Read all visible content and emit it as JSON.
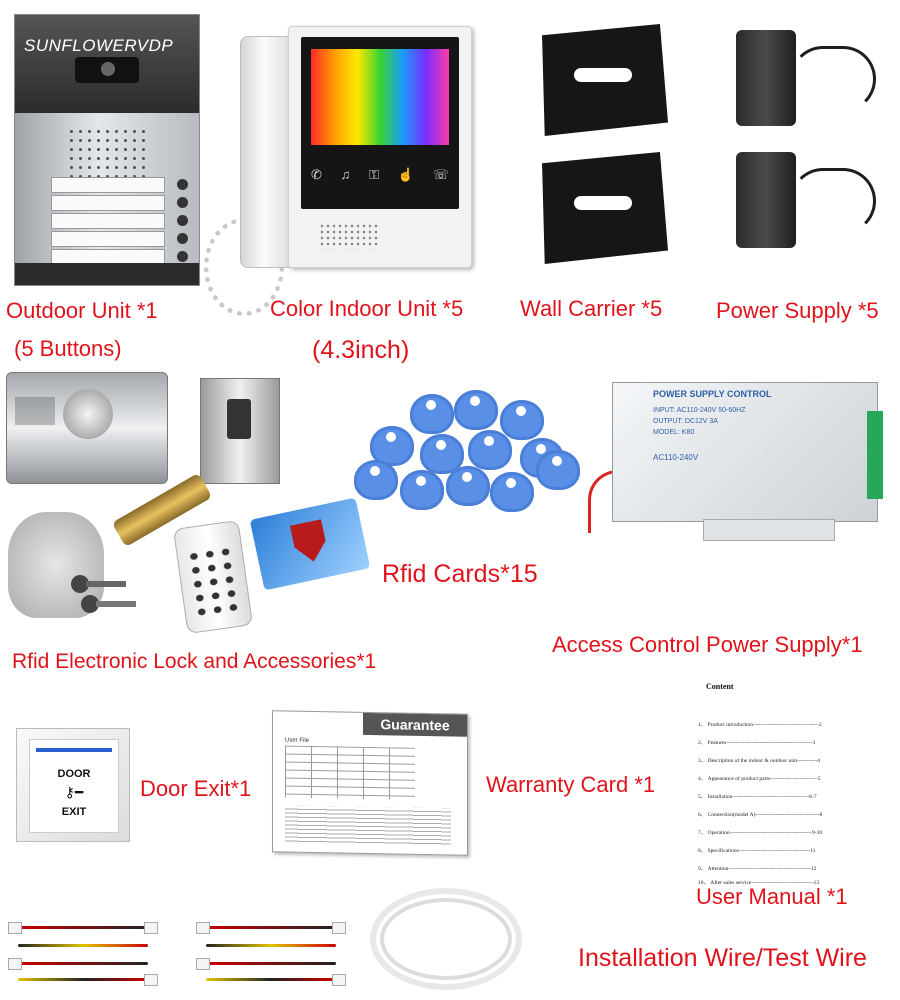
{
  "watermark": "SUNFLOWERVDP",
  "labels": {
    "outdoor_unit": "Outdoor Unit *1",
    "outdoor_buttons": "(5 Buttons)",
    "indoor_unit": "Color Indoor Unit *5",
    "indoor_size": "(4.3inch)",
    "wall_carrier": "Wall Carrier *5",
    "power_supply": "Power Supply *5",
    "rfid_cards": "Rfid Cards*15",
    "lock_accessories": "Rfid Electronic Lock and Accessories*1",
    "access_control_psu": "Access Control Power Supply*1",
    "door_exit": "Door Exit*1",
    "warranty_card": "Warranty Card *1",
    "user_manual": "User Manual *1",
    "installation_wire": "Installation Wire/Test Wire"
  },
  "psu_panel": {
    "header": "POWER SUPPLY CONTROL",
    "input": "INPUT: AC110-240V 50-60HZ",
    "output": "OUTPUT: DC12V 3A",
    "model": "MODEL: K80",
    "ac": "AC110-240V"
  },
  "door_exit_plate": {
    "top_text": "DOOR",
    "bottom_text": "EXIT"
  },
  "guarantee": {
    "title": "Guarantee",
    "user_file": "User File"
  },
  "manual": {
    "title": "Content",
    "items": [
      "1、 Product introduction------------------------------------2",
      "2、 Features-----------------------------------------------3",
      "3、 Description of the indoor & outdoor unit-----------4",
      "4、 Appearance of product parts--------------------------5",
      "5、 Installation------------------------------------------6-7",
      "6、 Connection(model A)-----------------------------------8",
      "7、 Operation---------------------------------------------9-10",
      "8、 Specifications---------------------------------------11",
      "9、 Attention---------------------------------------------12",
      "10、 After-sales service----------------------------------13"
    ]
  },
  "colors": {
    "label_red": "#e0131b",
    "rfid_blue": "#5a8fe8",
    "terminal_green": "#26a75a"
  }
}
